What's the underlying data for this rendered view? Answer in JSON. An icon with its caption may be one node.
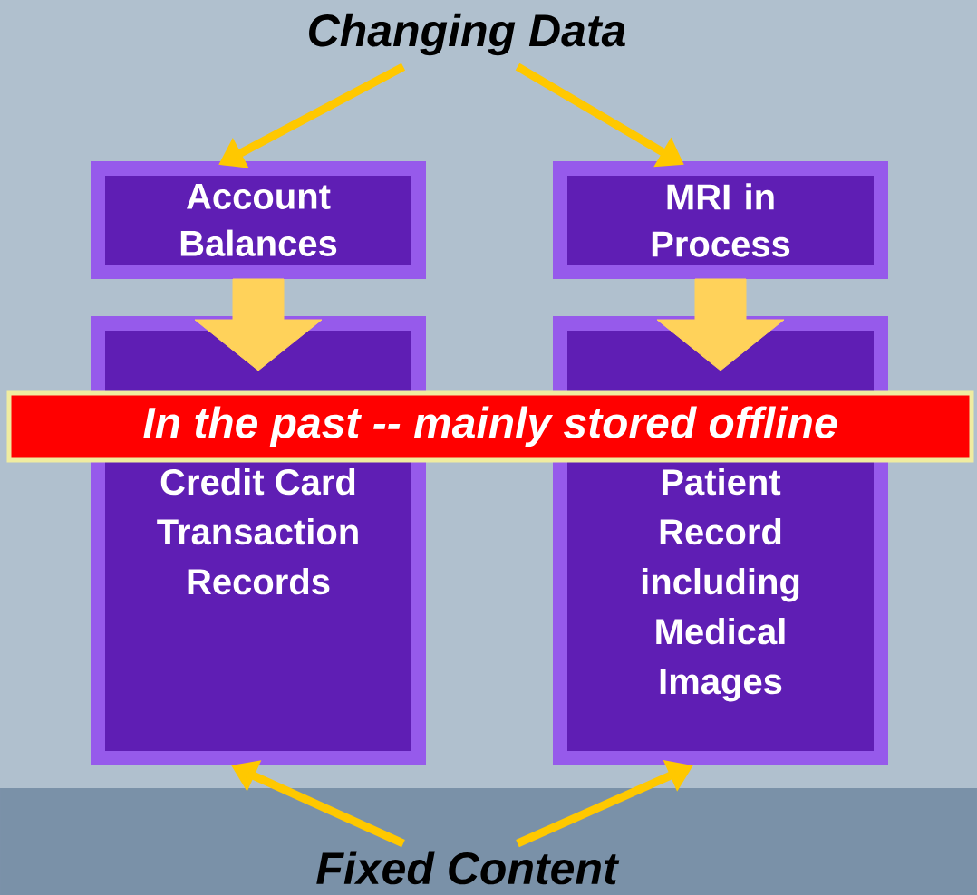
{
  "diagram": {
    "nodes": [
      {
        "text": [
          "Changing Data"
        ]
      },
      {
        "text": [
          "Account Balances"
        ]
      },
      {
        "text": [
          "MRI in Process"
        ]
      },
      {
        "text": [
          "Credit Card Transaction Records"
        ]
      },
      {
        "text": [
          "Patient Record including Medical Images"
        ]
      },
      {
        "text": [
          "Fixed Content"
        ]
      },
      {
        "text": [
          "In the past -- mainly stored offline"
        ]
      }
    ],
    "edges": [
      {
        "from": 0,
        "to": 1,
        "arrow": "to"
      },
      {
        "from": 0,
        "to": 2,
        "arrow": "to"
      },
      {
        "from": 1,
        "to": 3,
        "arrow": "to",
        "style": "thick"
      },
      {
        "from": 2,
        "to": 4,
        "arrow": "to",
        "style": "thick"
      },
      {
        "from": 5,
        "to": 3,
        "arrow": "to"
      },
      {
        "from": 5,
        "to": 4,
        "arrow": "to"
      }
    ]
  }
}
